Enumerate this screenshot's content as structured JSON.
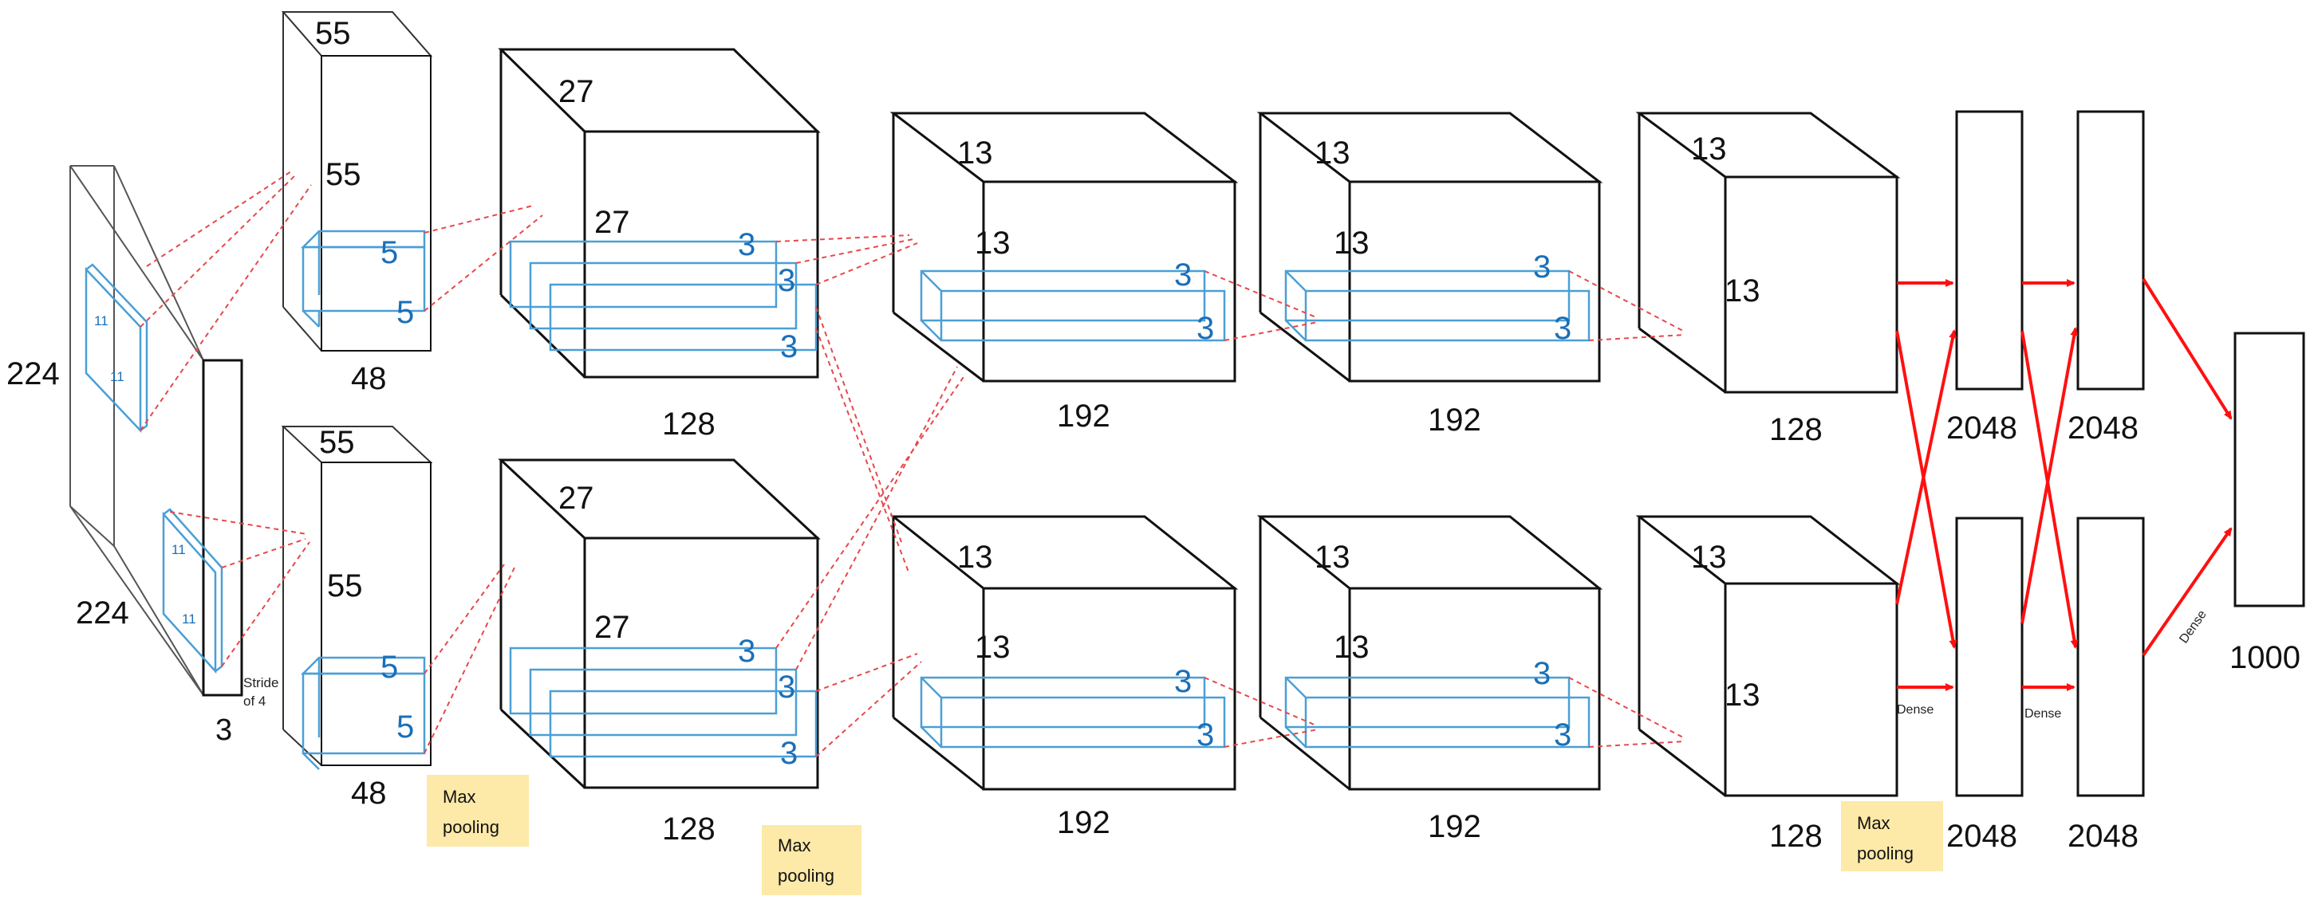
{
  "colors": {
    "box_stroke": "#111111",
    "kernel_stroke": "#4a9fd6",
    "kernel_text": "#1a6fb8",
    "dashed_connector": "#e8474b",
    "dense_arrow": "#ff1010",
    "pool_label_bg": "#fde9a8"
  },
  "input": {
    "width": "224",
    "height": "224",
    "depth": "3",
    "kernel_a": "11",
    "kernel_b": "11",
    "kernel_c": "11",
    "kernel_d": "11",
    "stride_line1": "Stride",
    "stride_line2": "of 4"
  },
  "layer1": {
    "top_size_a": "55",
    "top_size_b": "55",
    "top_depth": "48",
    "bot_size_a": "55",
    "bot_size_b": "55",
    "bot_depth": "48",
    "kernel_top_a": "5",
    "kernel_top_b": "5",
    "kernel_bot_a": "5",
    "kernel_bot_b": "5"
  },
  "layer2": {
    "top_size_a": "27",
    "top_size_b": "27",
    "top_depth": "128",
    "bot_size_a": "27",
    "bot_size_b": "27",
    "bot_depth": "128",
    "kernel_top_a": "3",
    "kernel_top_b": "3",
    "kernel_top_c": "3",
    "kernel_bot_a": "3",
    "kernel_bot_b": "3",
    "kernel_bot_c": "3"
  },
  "layer3": {
    "top_size_a": "13",
    "top_size_b": "13",
    "top_depth": "192",
    "bot_size_a": "13",
    "bot_size_b": "13",
    "bot_depth": "192",
    "kernel_top_a": "3",
    "kernel_top_b": "3",
    "kernel_bot_a": "3",
    "kernel_bot_b": "3"
  },
  "layer4": {
    "top_size_a": "13",
    "top_size_b": "13",
    "top_depth": "192",
    "bot_size_a": "13",
    "bot_size_b": "13",
    "bot_depth": "192",
    "kernel_top_a": "3",
    "kernel_top_b": "3",
    "kernel_bot_a": "3",
    "kernel_bot_b": "3"
  },
  "layer5": {
    "top_size_a": "13",
    "top_size_b": "13",
    "top_depth": "128",
    "bot_size_a": "13",
    "bot_size_b": "13",
    "bot_depth": "128"
  },
  "dense": {
    "fc6_top": "2048",
    "fc6_bot": "2048",
    "fc7_top": "2048",
    "fc7_bot": "2048",
    "output": "1000",
    "label_a": "Dense",
    "label_b": "Dense",
    "label_c": "Dense"
  },
  "pooling": {
    "line1": "Max",
    "line2": "pooling"
  }
}
